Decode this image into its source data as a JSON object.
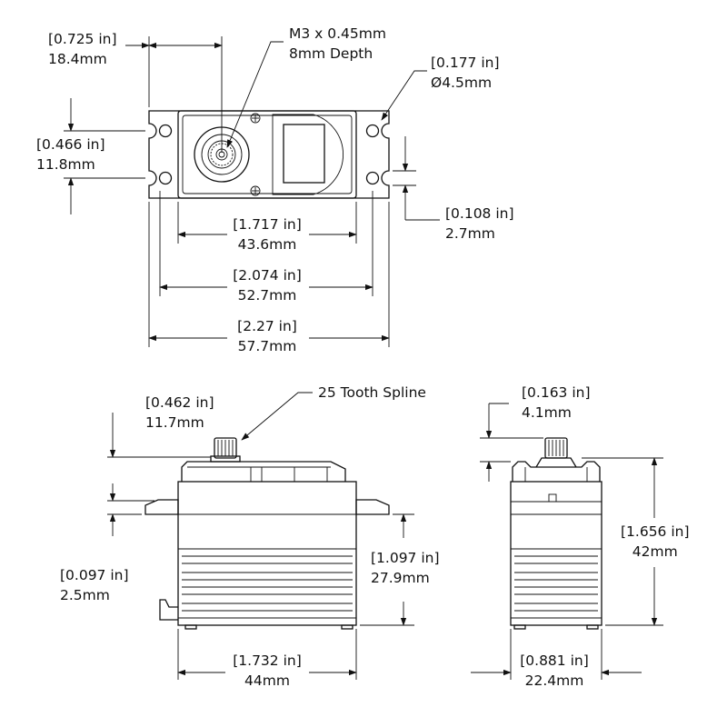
{
  "dimensions": {
    "horn_offset": {
      "in": "[0.725 in]",
      "mm": "18.4mm"
    },
    "screw": {
      "line1": "M3 x 0.45mm",
      "line2": "8mm Depth"
    },
    "hole_dia": {
      "in": "[0.177 in]",
      "mm": "Ø4.5mm"
    },
    "hole_spacing": {
      "in": "[0.466 in]",
      "mm": "11.8mm"
    },
    "slot_width": {
      "in": "[0.108 in]",
      "mm": "2.7mm"
    },
    "case_width": {
      "in": "[1.717 in]",
      "mm": "43.6mm"
    },
    "mount_spacing": {
      "in": "[2.074 in]",
      "mm": "52.7mm"
    },
    "overall_length": {
      "in": "[2.27 in]",
      "mm": "57.7mm"
    },
    "spline_height": {
      "in": "[0.462 in]",
      "mm": "11.7mm"
    },
    "spline": {
      "label": "25 Tooth Spline"
    },
    "flange_thickness": {
      "in": "[0.097 in]",
      "mm": "2.5mm"
    },
    "flange_height": {
      "in": "[1.097 in]",
      "mm": "27.9mm"
    },
    "body_length": {
      "in": "[1.732 in]",
      "mm": "44mm"
    },
    "spline_side": {
      "in": "[0.163 in]",
      "mm": "4.1mm"
    },
    "overall_height": {
      "in": "[1.656 in]",
      "mm": "42mm"
    },
    "body_width": {
      "in": "[0.881 in]",
      "mm": "22.4mm"
    }
  }
}
